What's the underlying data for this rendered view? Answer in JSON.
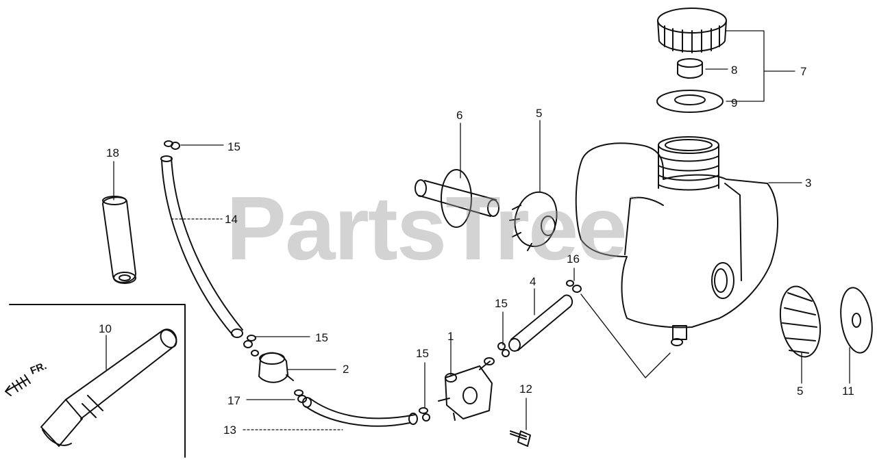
{
  "watermark": {
    "text": "PartsTree",
    "tm": "™"
  },
  "direction_label": "FR.",
  "callouts": [
    {
      "id": "c1",
      "text": "1"
    },
    {
      "id": "c2",
      "text": "2"
    },
    {
      "id": "c3",
      "text": "3"
    },
    {
      "id": "c4",
      "text": "4"
    },
    {
      "id": "c5a",
      "text": "5"
    },
    {
      "id": "c5b",
      "text": "5"
    },
    {
      "id": "c6",
      "text": "6"
    },
    {
      "id": "c7",
      "text": "7"
    },
    {
      "id": "c8",
      "text": "8"
    },
    {
      "id": "c9",
      "text": "9"
    },
    {
      "id": "c10",
      "text": "10"
    },
    {
      "id": "c11",
      "text": "11"
    },
    {
      "id": "c12",
      "text": "12"
    },
    {
      "id": "c13",
      "text": "13"
    },
    {
      "id": "c14",
      "text": "14"
    },
    {
      "id": "c15a",
      "text": "15"
    },
    {
      "id": "c15b",
      "text": "15"
    },
    {
      "id": "c15c",
      "text": "15"
    },
    {
      "id": "c15d",
      "text": "15"
    },
    {
      "id": "c16",
      "text": "16"
    },
    {
      "id": "c17",
      "text": "17"
    },
    {
      "id": "c18",
      "text": "18"
    }
  ]
}
